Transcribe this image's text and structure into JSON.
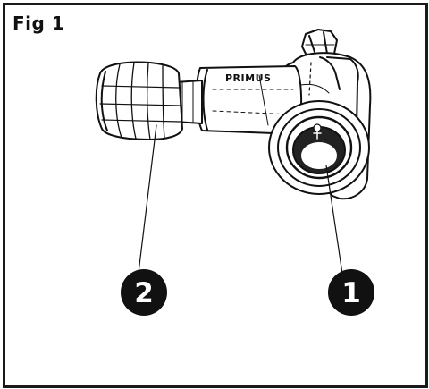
{
  "figure": {
    "title": "Fig 1",
    "brand": "PRIMUS",
    "callouts": [
      {
        "number": "2",
        "part": "knob"
      },
      {
        "number": "1",
        "part": "inlet-connector"
      }
    ]
  }
}
